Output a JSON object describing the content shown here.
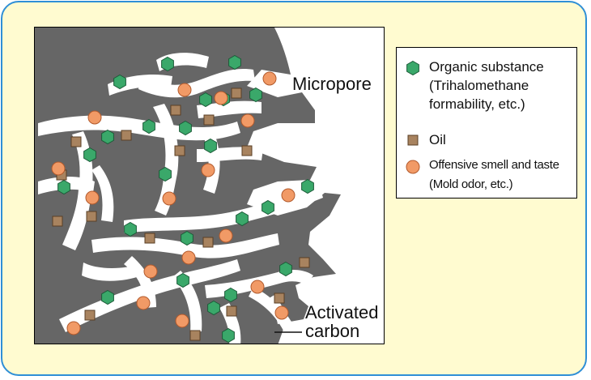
{
  "diagram": {
    "micropore_label": "Micropore",
    "activated_label_line1": "Activated",
    "activated_label_line2": "carbon"
  },
  "legend": {
    "organic_line1": "Organic substance",
    "organic_line2": "(Trihalomethane",
    "organic_line3": "formability, etc.)",
    "oil": "Oil",
    "odor_line1": "Offensive smell and taste",
    "odor_line2": "(Mold odor, etc.)"
  },
  "colors": {
    "frame_border": "#2f8fd6",
    "frame_fill": "#fffbd0",
    "carbon": "#666666",
    "organic": "#3aa86a",
    "oil": "#a8835f",
    "odor": "#f19a66"
  }
}
